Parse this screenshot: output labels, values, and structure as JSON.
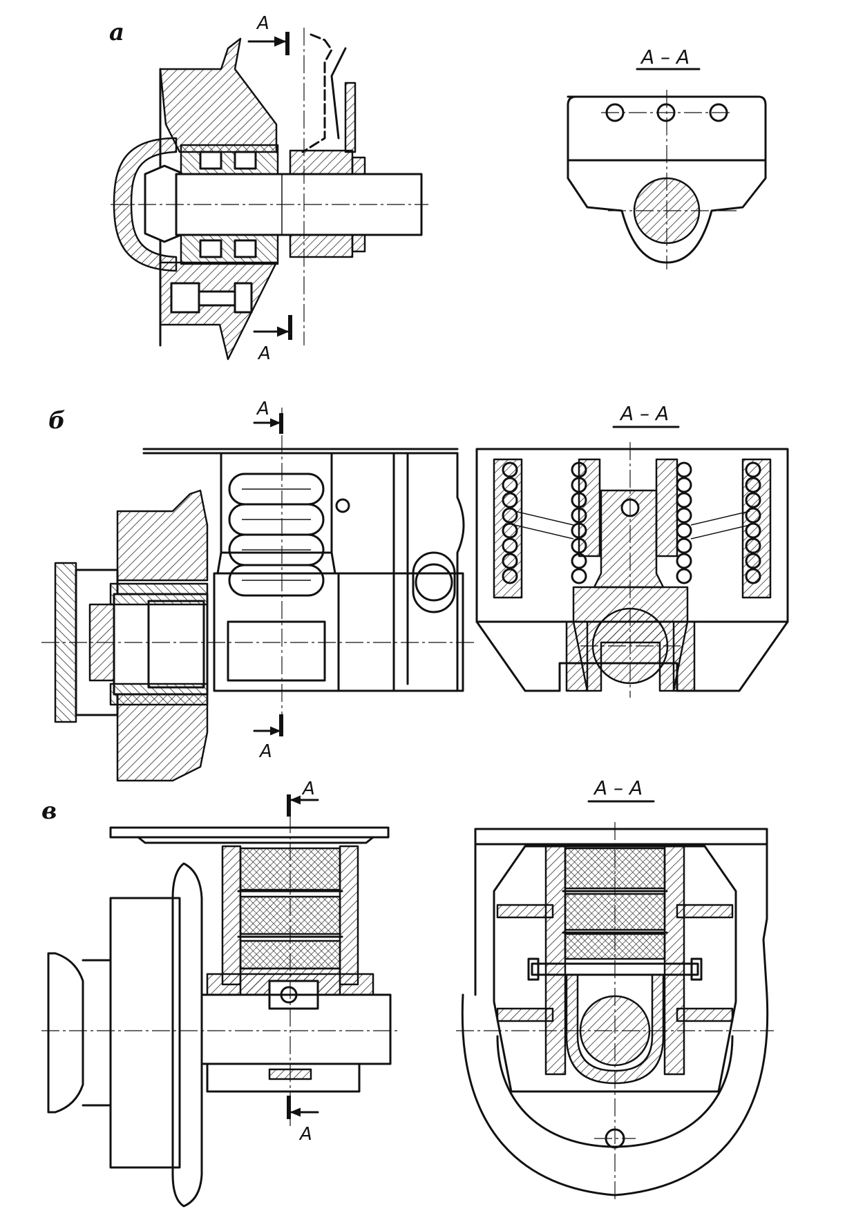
{
  "views": [
    {
      "id": "a",
      "label": "а",
      "section_marks": [
        "A",
        "A"
      ],
      "section_title": "A – A"
    },
    {
      "id": "b",
      "label": "б",
      "section_marks": [
        "A",
        "A"
      ],
      "section_title": "A – A"
    },
    {
      "id": "v",
      "label": "в",
      "section_marks": [
        "A",
        "A"
      ],
      "section_title": "A – A"
    }
  ]
}
